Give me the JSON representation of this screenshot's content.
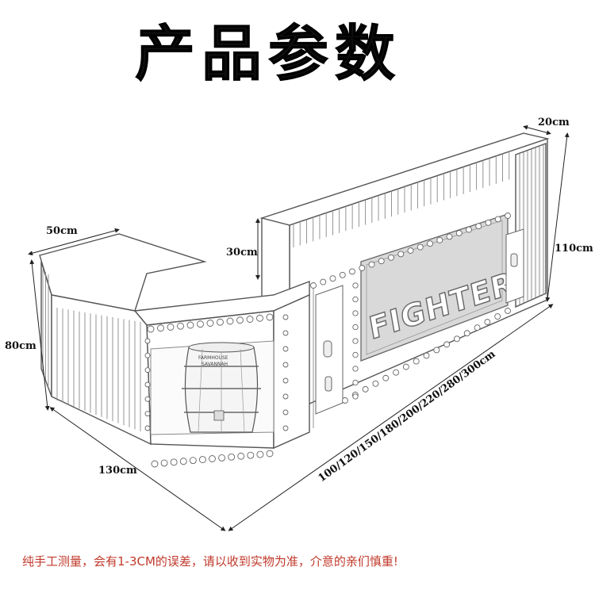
{
  "title": "产品参数",
  "dimensions": {
    "top_depth": "20cm",
    "tall_height": "110cm",
    "side_depth": "50cm",
    "step_height": "30cm",
    "counter_height": "80cm",
    "side_length": "130cm",
    "front_lengths": "100/120/150/180/200/220/280/300cm"
  },
  "sign_text": "FIGHTER",
  "keg_label_1": "FARMHOUSE",
  "keg_label_2": "SAVANNAH",
  "note": "纯手工测量，会有1-3CM的误差，请以收到实物为准，介意的亲们慎重!",
  "colors": {
    "note": "#c0392b",
    "title": "#0f0f0f",
    "line": "#555555"
  }
}
